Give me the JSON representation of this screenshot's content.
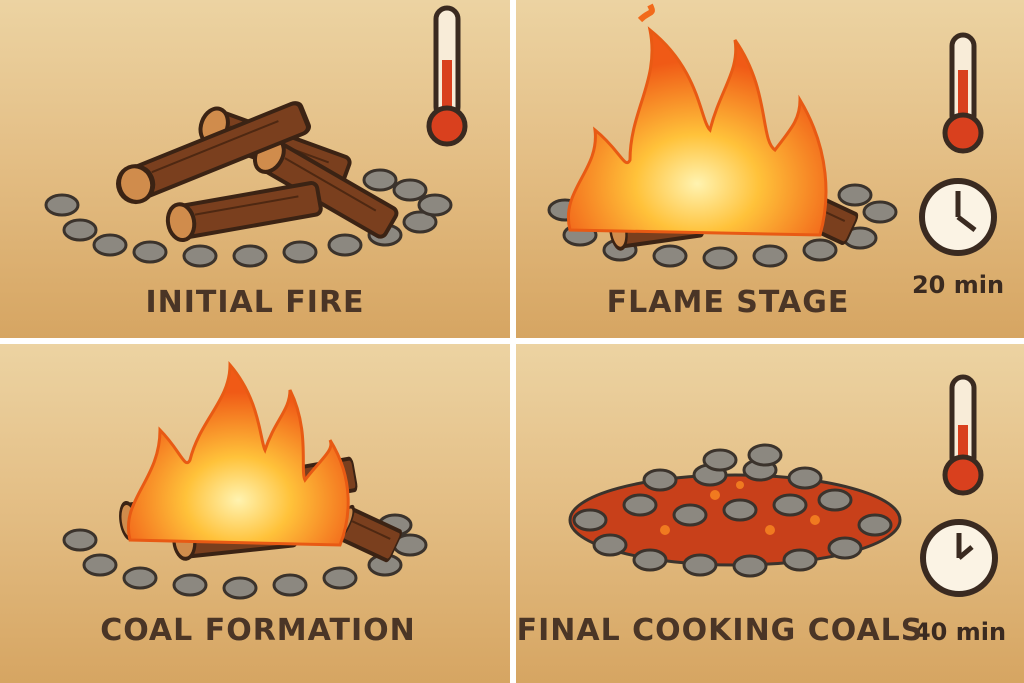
{
  "panels": [
    {
      "label": "INITIAL FIRE",
      "thermometer_level": 0.55
    },
    {
      "label": "FLAME STAGE",
      "thermometer_level": 0.65,
      "time": "20 min"
    },
    {
      "label": "COAL FORMATION"
    },
    {
      "label": "FINAL COOKING COALS",
      "thermometer_level": 0.6,
      "time": "40 min"
    }
  ],
  "colors": {
    "background": "#e6c48c",
    "ground": "#d8a763",
    "text": "#4a3526",
    "flame": "#f26a1b",
    "thermometer_red": "#d9401e"
  }
}
